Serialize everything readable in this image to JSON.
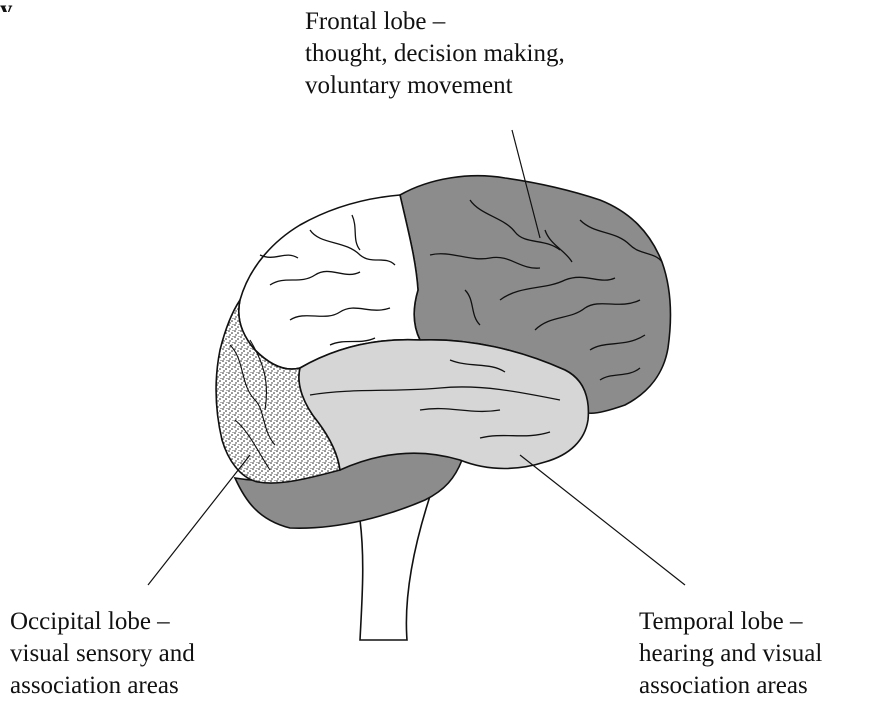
{
  "corner_mark": "y",
  "colors": {
    "frontal_fill": "#8c8c8c",
    "parietal_fill": "#ffffff",
    "temporal_fill": "#d6d6d6",
    "occipital_fill": "#ffffff",
    "occipital_stipple": "#222222",
    "cerebellum_fill": "#8c8c8c",
    "outline": "#111111"
  },
  "labels": {
    "frontal": {
      "line1": "Frontal lobe –",
      "line2": "thought, decision making,",
      "line3": "voluntary movement"
    },
    "occipital": {
      "line1": "Occipital lobe –",
      "line2": "visual sensory and",
      "line3": "association areas"
    },
    "temporal": {
      "line1": "Temporal lobe –",
      "line2": "hearing and visual",
      "line3": "association areas"
    }
  }
}
